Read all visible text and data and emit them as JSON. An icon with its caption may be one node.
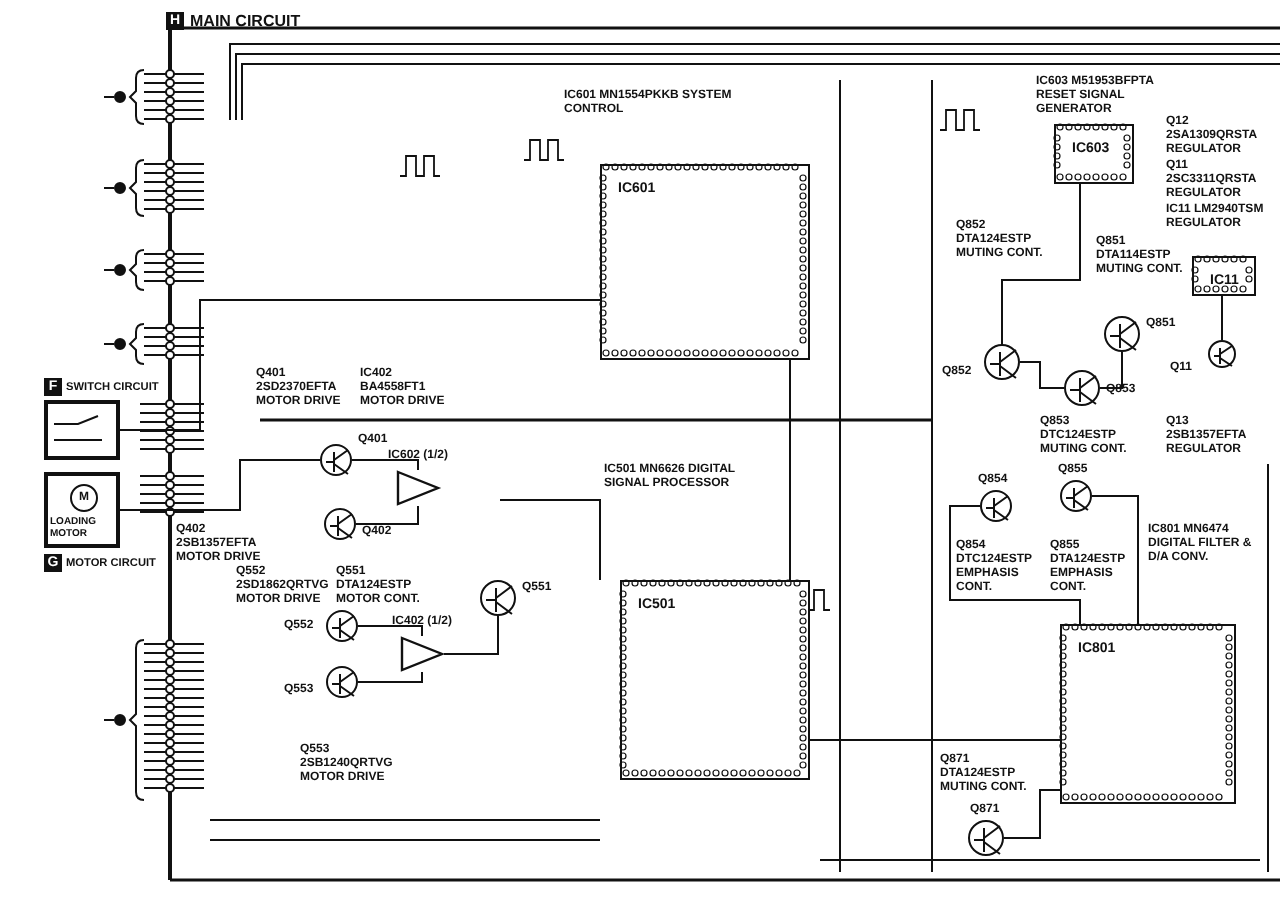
{
  "diagram": {
    "title": "MAIN CIRCUIT",
    "nodes": [
      {
        "text": [
          "SWITCH CIRCUIT"
        ]
      },
      {
        "text": [
          "LOADING MOTOR",
          "MOTOR CIRCUIT"
        ]
      },
      {
        "text": [
          "M"
        ],
        "in": 1
      },
      {
        "text": [
          "IC601"
        ]
      },
      {
        "text": [
          "IC603"
        ]
      },
      {
        "text": [
          "IC11"
        ]
      },
      {
        "text": [
          "IC501"
        ]
      },
      {
        "text": [
          "IC801"
        ]
      },
      {
        "text": [],
        "shape": "triangle",
        "beside": [
          "IC602 (1/2)"
        ]
      },
      {
        "text": [],
        "shape": "triangle",
        "beside": [
          "IC402 (1/2)"
        ]
      },
      {
        "text": [],
        "shape": "circle",
        "beside": [
          "Q401"
        ]
      },
      {
        "text": [],
        "shape": "circle",
        "beside": [
          "Q402"
        ]
      },
      {
        "text": [],
        "shape": "circle",
        "beside": [
          "Q552"
        ]
      },
      {
        "text": [],
        "shape": "circle",
        "beside": [
          "Q553"
        ]
      },
      {
        "text": [],
        "shape": "circle",
        "beside": [
          "Q551"
        ]
      },
      {
        "text": [],
        "shape": "circle",
        "beside": [
          "Q852"
        ]
      },
      {
        "text": [],
        "shape": "circle",
        "beside": [
          "Q851"
        ]
      },
      {
        "text": [],
        "shape": "circle",
        "beside": [
          "Q853"
        ]
      },
      {
        "text": [],
        "shape": "circle",
        "beside": [
          "Q11"
        ]
      },
      {
        "text": [],
        "shape": "circle",
        "beside": [
          "Q854"
        ]
      },
      {
        "text": [],
        "shape": "circle",
        "beside": [
          "Q855"
        ]
      },
      {
        "text": [],
        "shape": "circle",
        "beside": [
          "Q871"
        ]
      }
    ],
    "edges": [
      {
        "from": 8,
        "to": 10,
        "arrow": "none"
      },
      {
        "from": 8,
        "to": 11,
        "arrow": "none"
      },
      {
        "from": 9,
        "to": 12,
        "arrow": "none"
      },
      {
        "from": 9,
        "to": 13,
        "arrow": "none"
      },
      {
        "from": 14,
        "to": 9,
        "arrow": "none"
      },
      {
        "from": 3,
        "to": 6,
        "arrow": "none"
      },
      {
        "from": 6,
        "to": 7,
        "arrow": "none"
      },
      {
        "from": 4,
        "to": 15,
        "arrow": "none"
      },
      {
        "from": 15,
        "to": 17,
        "arrow": "none"
      },
      {
        "from": 16,
        "to": 17,
        "arrow": "none"
      },
      {
        "from": 5,
        "to": 18,
        "arrow": "none"
      },
      {
        "from": 19,
        "to": 7,
        "arrow": "none"
      },
      {
        "from": 20,
        "to": 7,
        "arrow": "none"
      },
      {
        "from": 21,
        "to": 7,
        "arrow": "none"
      },
      {
        "from": 0,
        "to": 3,
        "arrow": "none"
      },
      {
        "from": 1,
        "to": 10,
        "arrow": "none"
      }
    ],
    "labels": [
      "H",
      "F",
      "G",
      "Q401 2SD2370EFTA MOTOR DRIVE",
      "IC402 BA4558FT1 MOTOR DRIVE",
      "Q402 2SB1357EFTA MOTOR DRIVE",
      "Q552 2SD1862QRTVG MOTOR DRIVE",
      "Q551 DTA124ESTP MOTOR CONT.",
      "Q553 2SB1240QRTVG MOTOR DRIVE",
      "Q12 2SA1309QRSTA REGULATOR",
      "Q11 2SC3311QRSTA REGULATOR",
      "Q852 DTA124ESTP MUTING CONT.",
      "Q851 DTA114ESTP MUTING CONT.",
      "Q853 DTC124ESTP MUTING CONT.",
      "Q13 2SB1357EFTA REGULATOR",
      "Q854 DTC124ESTP EMPHASIS CONT.",
      "Q855 DTA124ESTP EMPHASIS CONT.",
      "Q871 DTA124ESTP MUTING CONT.",
      "IC601 MN1554PKKB SYSTEM CONTROL",
      "IC603 M51953BFPTA RESET SIGNAL GENERATOR",
      "IC11 LM2940TSM REGULATOR",
      "IC501 MN6626 DIGITAL SIGNAL PROCESSOR",
      "IC801 MN6474 DIGITAL FILTER & D/A CONV."
    ]
  }
}
